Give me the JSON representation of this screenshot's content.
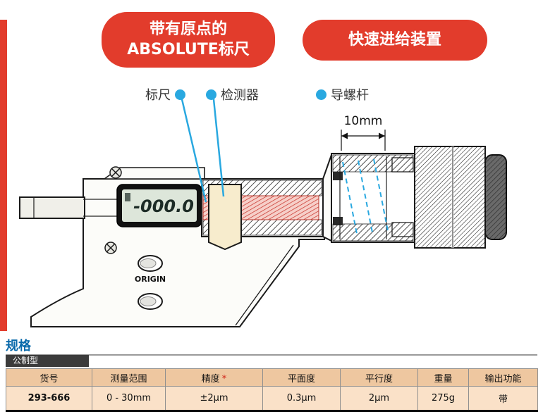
{
  "colors": {
    "accent_red": "#e23c2c",
    "accent_blue": "#29a8e0",
    "heading_blue": "#0a6aab"
  },
  "callouts": {
    "absolute_line1": "带有原点的",
    "absolute_line2": "ABSOLUTE标尺",
    "quick_feed": "快速进给装置"
  },
  "diagram": {
    "label_scale": "标尺",
    "label_detector": "检测器",
    "label_lead_screw": "导螺杆",
    "dimension": "10mm",
    "display_value": "-000.0",
    "origin_button": "ORIGIN"
  },
  "spec": {
    "heading": "规格",
    "type_tab": "公制型",
    "table": {
      "headers": {
        "part_no": "货号",
        "range": "测量范围",
        "accuracy": "精度",
        "accuracy_mark": "*",
        "flatness": "平面度",
        "parallelism": "平行度",
        "mass": "重量",
        "output": "输出功能"
      },
      "row": {
        "part_no": "293-666",
        "range": "0 - 30mm",
        "accuracy": "±2μm",
        "flatness": "0.3μm",
        "parallelism": "2μm",
        "mass": "275g",
        "output": "带"
      }
    }
  }
}
